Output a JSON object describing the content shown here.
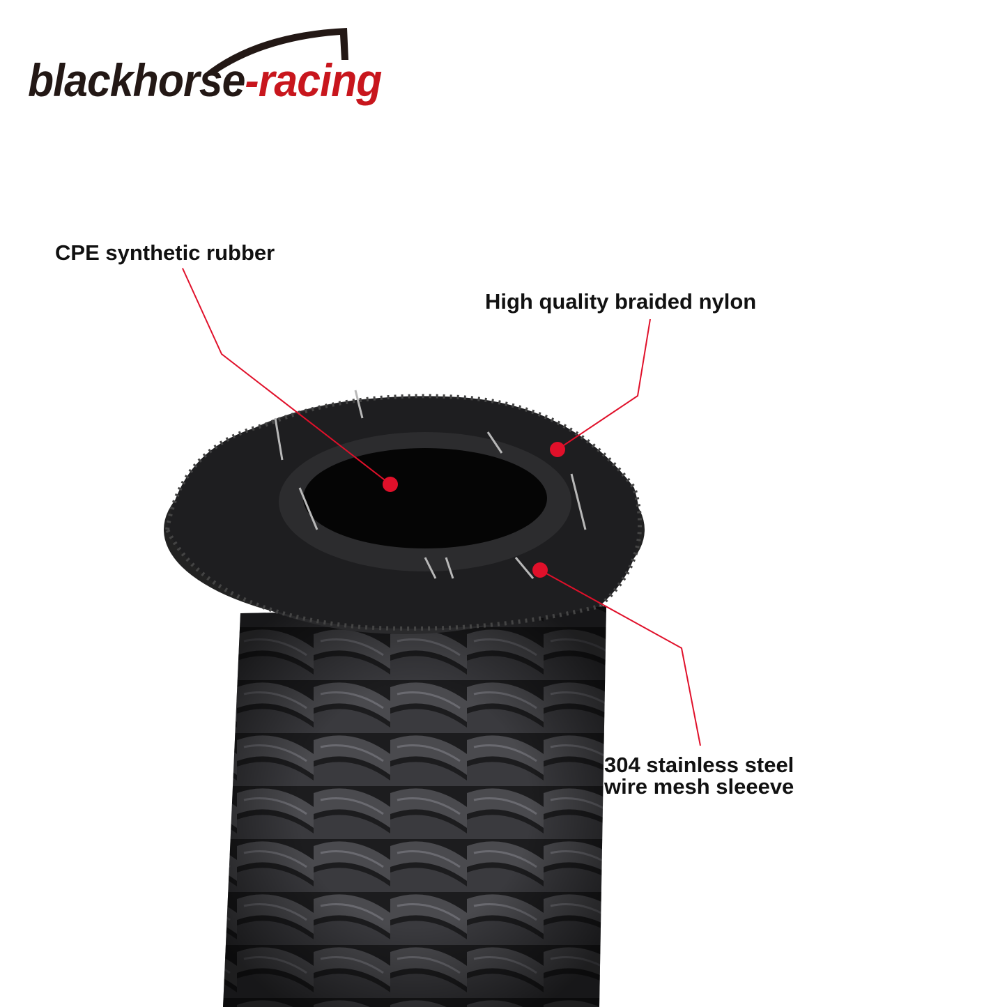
{
  "brand": {
    "part1": "blackhorse",
    "part2": "-racing"
  },
  "callouts": {
    "rubber": "CPE synthetic rubber",
    "nylon": "High quality braided nylon",
    "steel_line1": "304 stainless steel",
    "steel_line2": "wire mesh sleeeve"
  },
  "colors": {
    "accent": "#e0102a",
    "brand_red": "#c8161d",
    "brand_dark": "#231815"
  }
}
